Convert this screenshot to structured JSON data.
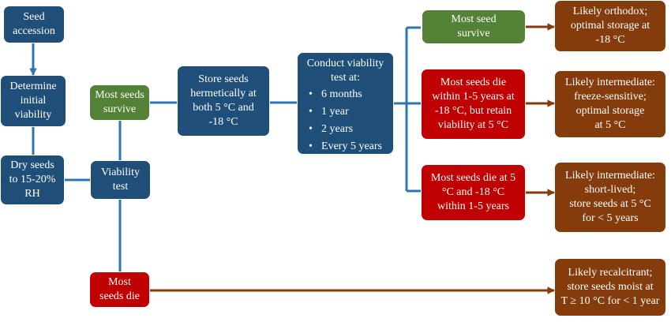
{
  "diagram": {
    "colors": {
      "process": "#1f4e79",
      "survive": "#538135",
      "die": "#c00000",
      "outcome": "#843c0c",
      "arrow_blue": "#2e75b6",
      "arrow_brown": "#843c0c"
    },
    "nodes": {
      "seed_accession": [
        "Seed",
        "accession"
      ],
      "determine_viability": [
        "Determine",
        "initial",
        "viability"
      ],
      "dry_seeds": [
        "Dry seeds",
        "to 15-20%",
        "RH"
      ],
      "viability_test": [
        "Viability",
        "test"
      ],
      "most_survive_first": [
        "Most seeds",
        "survive"
      ],
      "most_die_first": [
        "Most",
        "seeds die"
      ],
      "store_seeds": [
        "Store seeds",
        "hermetically at",
        "both 5 °C and",
        "-18 °C"
      ],
      "conduct_test": {
        "title": [
          "Conduct viability",
          "test at:"
        ],
        "items": [
          "6 months",
          "1 year",
          "2 years",
          "Every 5 years"
        ]
      },
      "most_survive_second": [
        "Most seed",
        "survive"
      ],
      "die_within_minus18": [
        "Most seeds die",
        "within 1-5 years at",
        "-18 °C, but retain",
        "viability at 5 °C"
      ],
      "die_at_both": [
        "Most seeds die at 5",
        "°C and  -18 °C",
        "within 1-5 years"
      ],
      "outcome_orthodox": [
        "Likely orthodox;",
        "optimal storage at",
        "-18 °C"
      ],
      "outcome_freeze_sensitive": [
        "Likely intermediate:",
        "freeze-sensitive;",
        "optimal storage",
        "at 5 °C"
      ],
      "outcome_short_lived": [
        "Likely intermediate:",
        "short-lived;",
        "store seeds at 5 °C",
        "for < 5 years"
      ],
      "outcome_recalcitrant": [
        "Likely recalcitrant;",
        "store seeds moist at",
        "T ≥ 10 °C for < 1 year"
      ]
    }
  }
}
